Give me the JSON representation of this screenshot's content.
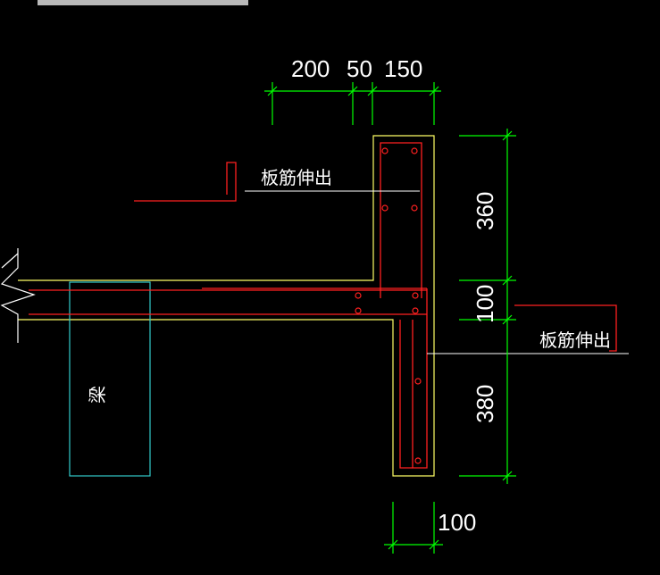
{
  "window": {
    "title_fragment": ""
  },
  "dimensions": {
    "top_200": "200",
    "top_50": "50",
    "top_150": "150",
    "right_360": "360",
    "right_100": "100",
    "right_380": "380",
    "bottom_100": "100"
  },
  "labels": {
    "slab_rebar_upper": "板筋伸出",
    "slab_rebar_lower": "板筋伸出",
    "beam": "梁"
  },
  "colors": {
    "background": "#000000",
    "concrete_outline": "#ffff66",
    "rebar": "#ff2020",
    "dimension_line": "#00ff00",
    "beam_outline": "#33cccc",
    "leader": "#ffffff",
    "break_symbol": "#ffffff"
  }
}
